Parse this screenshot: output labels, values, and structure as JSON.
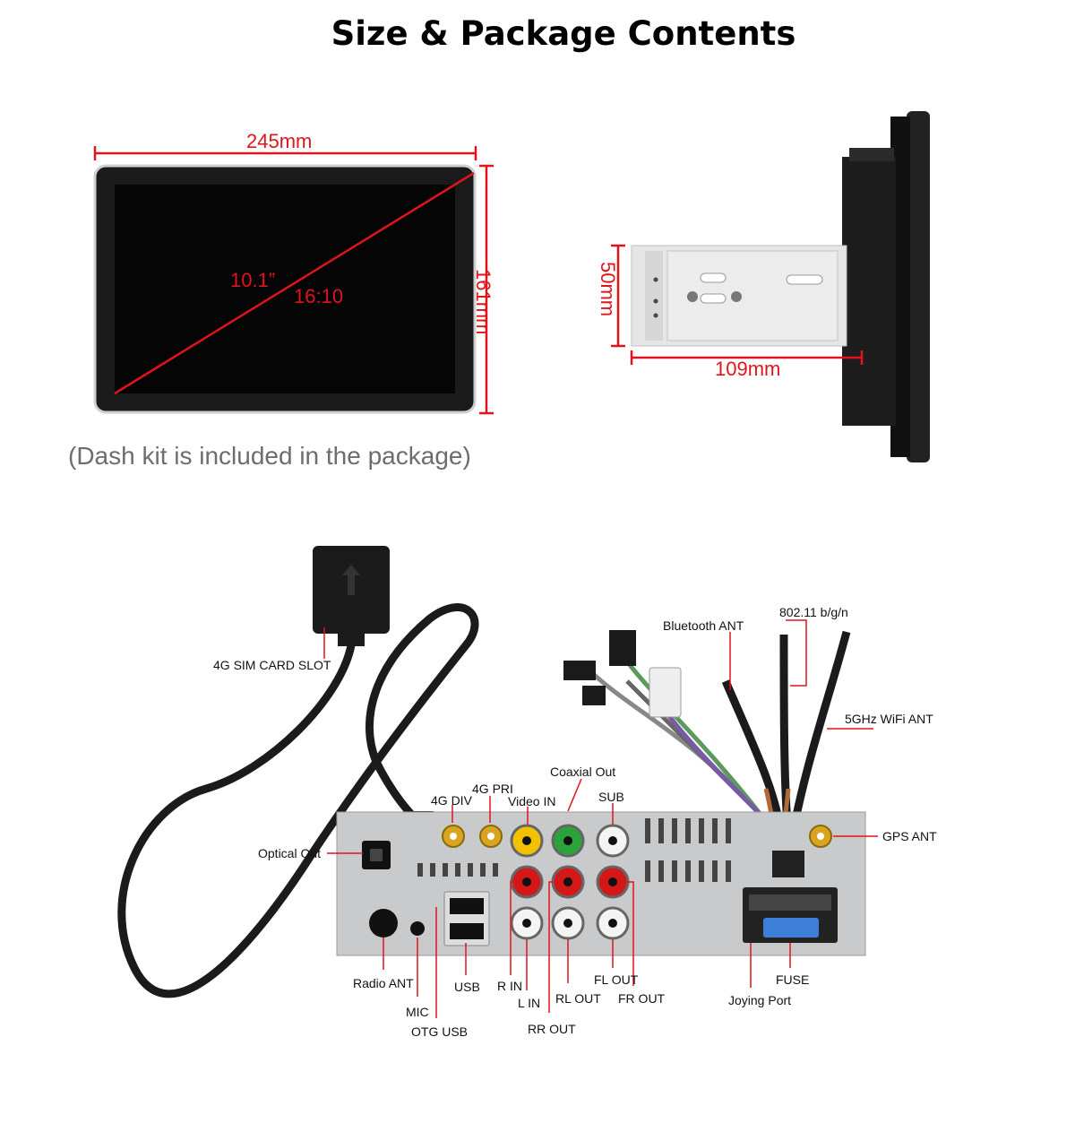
{
  "title": "Size & Package Contents",
  "dimensions": {
    "width": "245mm",
    "height": "161mm",
    "diagonal": "10.1”",
    "aspect": "16:10",
    "depth_height": "50mm",
    "depth": "109mm"
  },
  "note": "(Dash kit is included in the package)",
  "colors": {
    "accent": "#e0141c",
    "port_red": "#d41818",
    "port_yellow": "#f2c200",
    "port_green": "#2aa43a",
    "fuse_blue": "#3d7fd8"
  },
  "labels": {
    "sim": "4G SIM CARD SLOT",
    "bt": "Bluetooth ANT",
    "wifi24": "802.11 b/g/n",
    "wifi5": "5GHz WiFi ANT",
    "coax": "Coaxial Out",
    "pri": "4G PRI",
    "div": "4G DIV",
    "video": "Video IN",
    "sub": "SUB",
    "gps": "GPS ANT",
    "optical": "Optical Out",
    "radio": "Radio ANT",
    "mic": "MIC",
    "otg": "OTG USB",
    "usb": "USB",
    "rin": "R IN",
    "lin": "L IN",
    "rrout": "RR OUT",
    "rlout": "RL OUT",
    "flout": "FL OUT",
    "frout": "FR OUT",
    "joying": "Joying Port",
    "fuse": "FUSE"
  }
}
